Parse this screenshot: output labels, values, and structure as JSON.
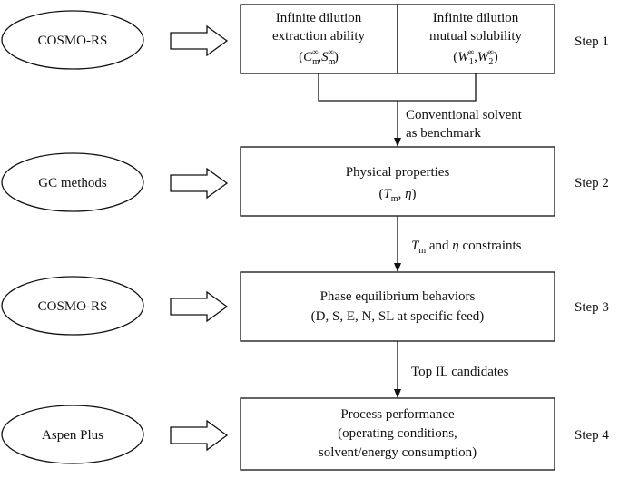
{
  "tools": {
    "step1": "COSMO-RS",
    "step2": "GC methods",
    "step3": "COSMO-RS",
    "step4": "Aspen Plus"
  },
  "steps": {
    "step1": "Step 1",
    "step2": "Step 2",
    "step3": "Step 3",
    "step4": "Step 4"
  },
  "boxes": {
    "step1_left": {
      "line1": "Infinite dilution",
      "line2": "extraction ability",
      "symbols": [
        "C",
        "m",
        "∞",
        "S",
        "m",
        "∞"
      ]
    },
    "step1_right": {
      "line1": "Infinite dilution",
      "line2": "mutual solubility",
      "symbols": [
        "W",
        "1",
        "∞",
        "W",
        "2",
        "∞"
      ]
    },
    "step2": {
      "line1": "Physical properties",
      "symbols": [
        "T",
        "m",
        "η"
      ]
    },
    "step3": {
      "line1": "Phase equilibrium behaviors",
      "line2": "(D, S, E, N, SL at specific feed)"
    },
    "step4": {
      "line1": "Process performance",
      "line2": "(operating conditions,",
      "line3": "solvent/energy consumption)"
    }
  },
  "transitions": {
    "t1_line1": "Conventional solvent",
    "t1_line2": "as benchmark",
    "t2": [
      "T",
      "m",
      " and ",
      "η",
      " constraints"
    ],
    "t3": "Top IL candidates"
  }
}
